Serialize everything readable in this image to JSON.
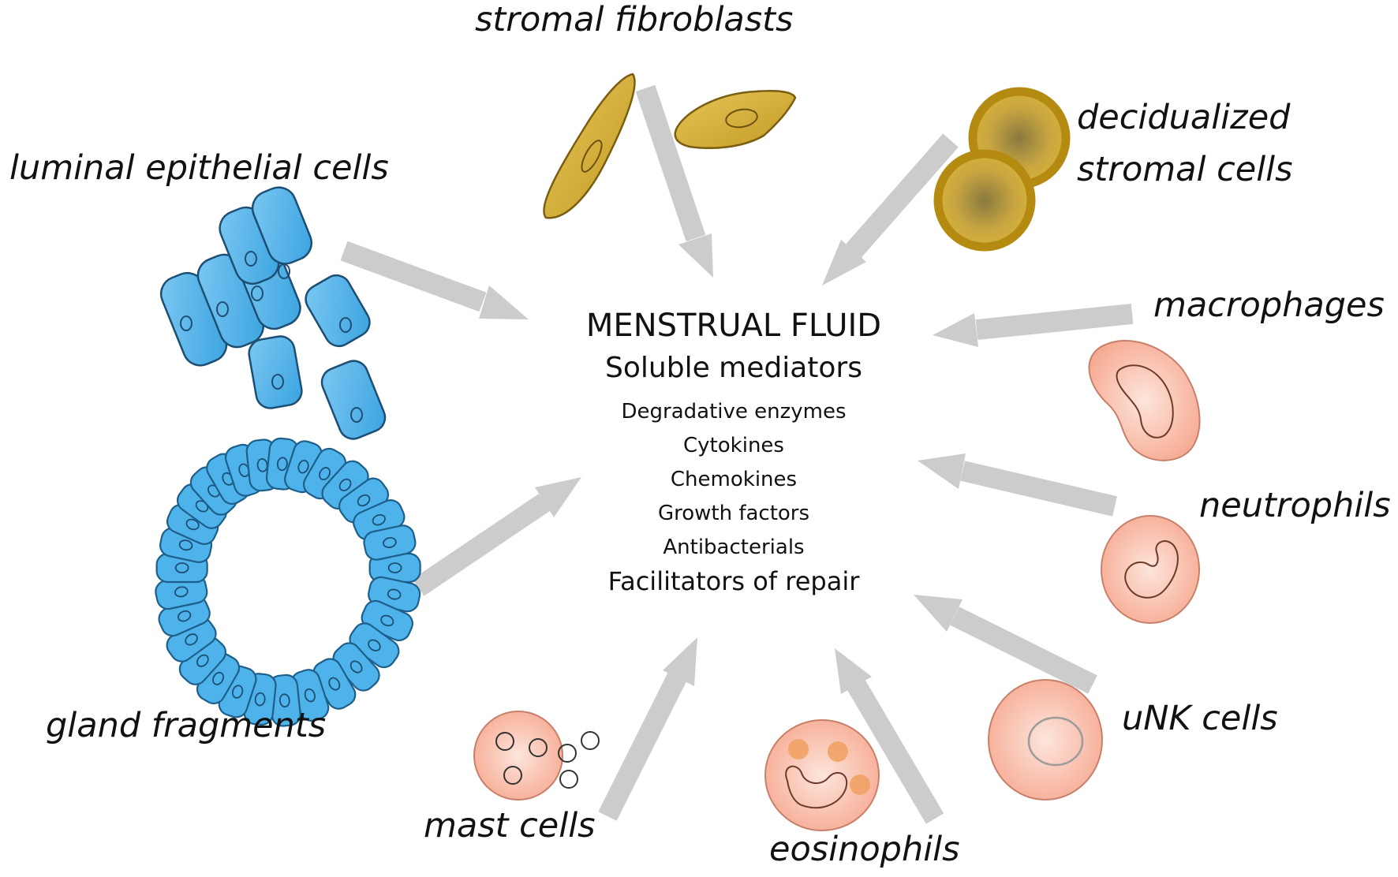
{
  "center": {
    "title": "MENSTRUAL FLUID",
    "subtitle": "Soluble mediators",
    "items": [
      "Degradative enzymes",
      "Cytokines",
      "Chemokines",
      "Growth  factors",
      "Antibacterials"
    ],
    "footer": "Facilitators of repair"
  },
  "labels": {
    "stromal_fibroblasts": "stromal fibroblasts",
    "decidualized_line1": "decidualized",
    "decidualized_line2": "stromal cells",
    "luminal_epithelial": "luminal epithelial cells",
    "macrophages": "macrophages",
    "neutrophils": "neutrophils",
    "unk_cells": "uNK cells",
    "gland_fragments": "gland fragments",
    "mast_cells": "mast cells",
    "eosinophils": "eosinophils"
  },
  "colors": {
    "epithelial_fill": "#4db3ea",
    "epithelial_stroke": "#1d5f8a",
    "stromal_fill": "#d8b33a",
    "stromal_stroke": "#8a6a10",
    "immune_fill": "#f7b6a3",
    "immune_stroke": "#c9806a",
    "arrow": "#cccccc",
    "eosin_granule": "#f0a060"
  }
}
